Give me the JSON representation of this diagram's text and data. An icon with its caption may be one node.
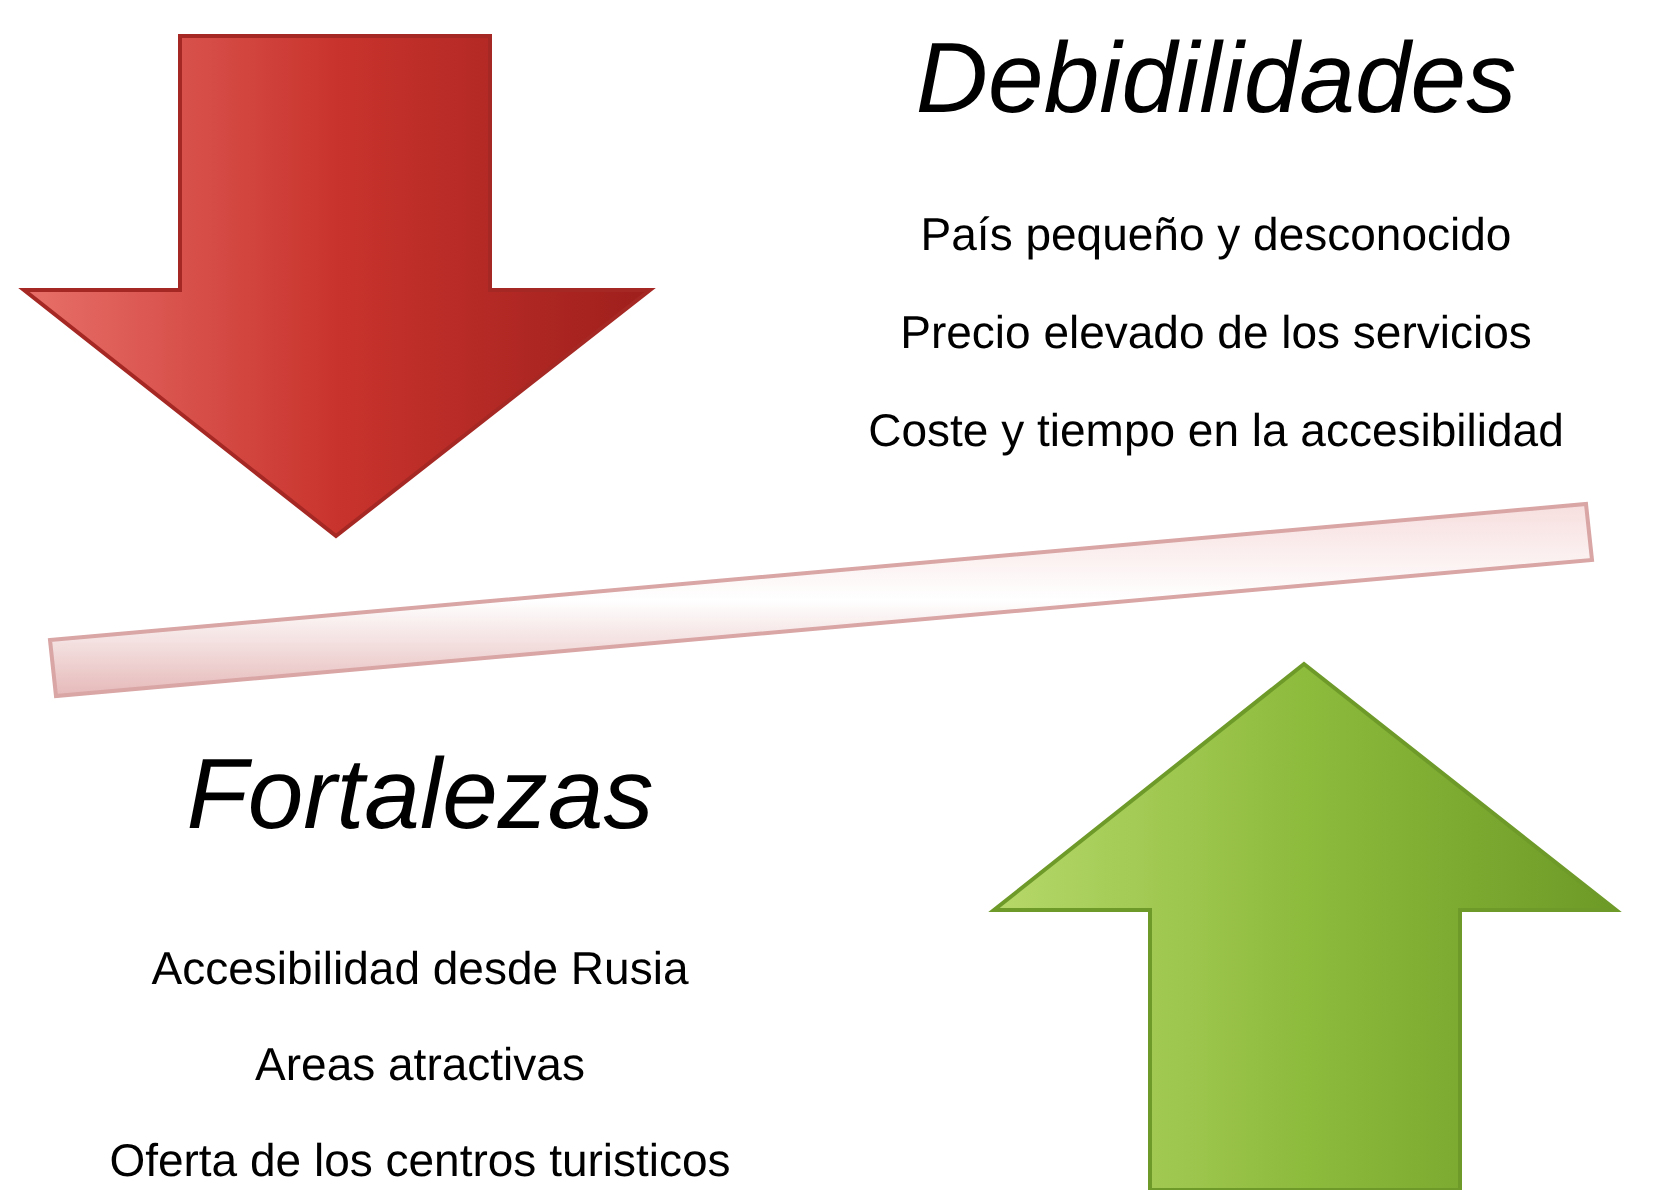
{
  "diagram": {
    "labels": [
      "Debidilidades",
      "País pequeño y desconocido",
      "Precio elevado de los servicios",
      "Coste y tiempo en la accesibilidad",
      "Fortalezas",
      "Accesibilidad desde Rusia",
      "Areas atractivas",
      "Oferta de los centros turisticos"
    ]
  }
}
